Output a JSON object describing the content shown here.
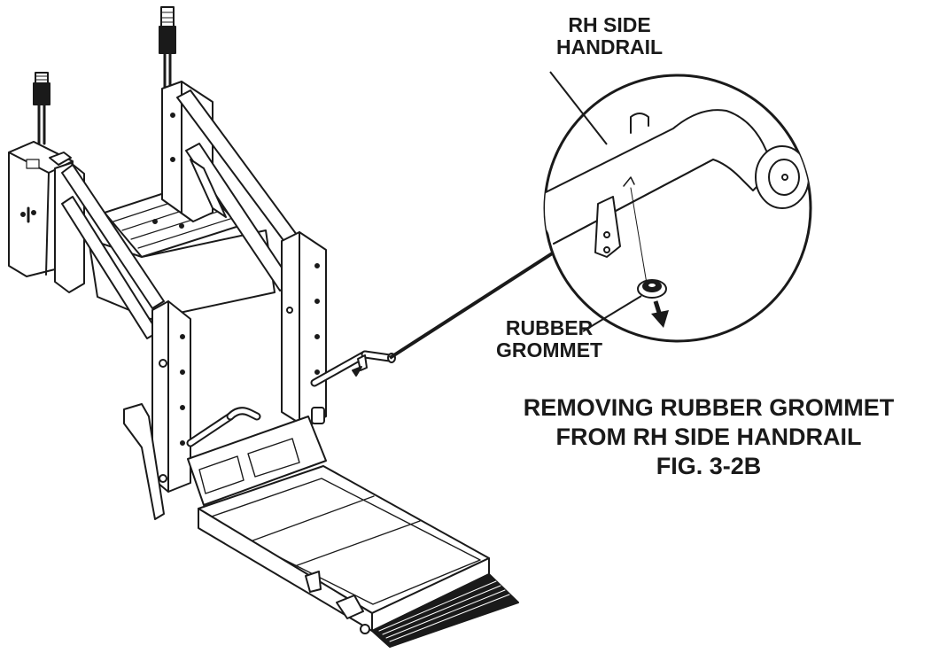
{
  "figure": {
    "callouts": {
      "rh_side_handrail": [
        "RH SIDE",
        "HANDRAIL"
      ],
      "rubber_grommet": [
        "RUBBER",
        "GROMMET"
      ]
    },
    "caption": {
      "line1": "REMOVING RUBBER GROMMET",
      "line2": "FROM RH SIDE HANDRAIL",
      "line3": "FIG. 3-2B"
    }
  }
}
